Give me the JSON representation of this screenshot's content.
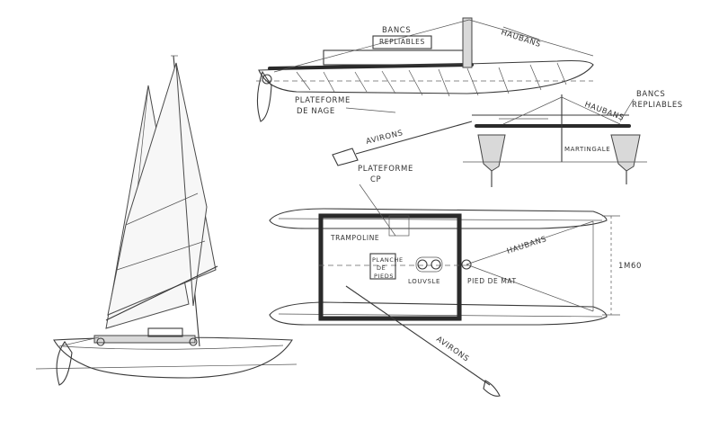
{
  "labels": {
    "bancs_repliables_side": "BANCS",
    "bancs_repliables_side_2": "REPLIABLES",
    "haubans_top": "HAUBANS",
    "plateforme_de_nage": "PLATEFORME",
    "plateforme_de_nage_2": "DE NAGE",
    "haubans_section": "HAUBANS",
    "bancs_repliables_section": "BANCS",
    "bancs_repliables_section_2": "REPLIABLES",
    "avirons_section": "AVIRONS",
    "martingale": "MARTINGALE",
    "plateforme_cp": "PLATEFORME",
    "plateforme_cp_2": "CP",
    "trampoline": "TRAMPOLINE",
    "planche_de_pieds": "PLANCHE",
    "planche_de_pieds_2": "DE",
    "planche_de_pieds_3": "PIEDS",
    "louvoyeur": "LOUVSLE",
    "haubans_plan": "HAUBANS",
    "pied_de_mat": "PIED DE MAT",
    "width_dim": "1M60",
    "avirons_plan": "AVIRONS"
  },
  "colors": {
    "ink": "#3a3a3a",
    "paper": "#ffffff",
    "shading": "#d9d9d9"
  }
}
